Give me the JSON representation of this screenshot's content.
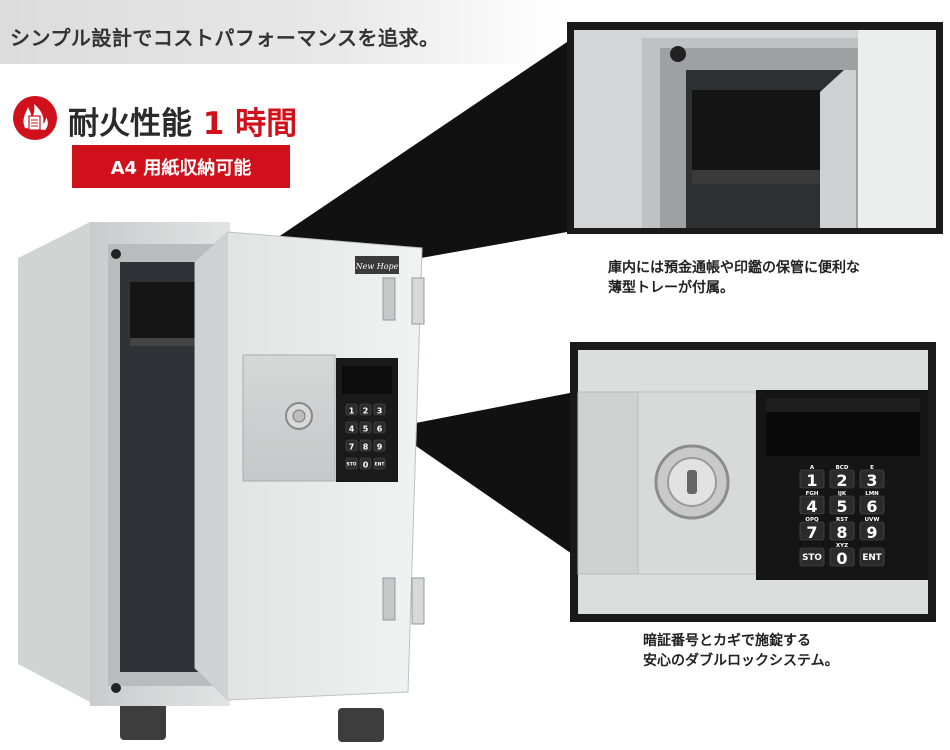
{
  "header": {
    "tagline": "シンプル設計でコストパフォーマンスを追求。"
  },
  "fire_resistance": {
    "label": "耐火性能",
    "hours": "1 時間",
    "icon": "fire-document-icon"
  },
  "badge": {
    "text": "A4 用紙収納可能"
  },
  "safe": {
    "brand": "New Hope"
  },
  "callout_tray": {
    "line1": "庫内には預金通帳や印鑑の保管に便利な",
    "line2": "薄型トレーが付属。"
  },
  "callout_lock": {
    "line1": "暗証番号とカギで施錠する",
    "line2": "安心のダブルロックシステム。"
  },
  "keypad": {
    "keys": [
      {
        "num": "1",
        "sub": "A"
      },
      {
        "num": "2",
        "sub": "BCD"
      },
      {
        "num": "3",
        "sub": "E"
      },
      {
        "num": "4",
        "sub": "FGH"
      },
      {
        "num": "5",
        "sub": "IJK"
      },
      {
        "num": "6",
        "sub": "LMN"
      },
      {
        "num": "7",
        "sub": "OPQ"
      },
      {
        "num": "8",
        "sub": "RST"
      },
      {
        "num": "9",
        "sub": "UVW"
      },
      {
        "num": "STO",
        "sub": ""
      },
      {
        "num": "0",
        "sub": "XYZ"
      },
      {
        "num": "ENT",
        "sub": ""
      }
    ]
  },
  "colors": {
    "accent_red": "#d0111b",
    "safe_body": "#e4e6e6",
    "frame_dark": "#1a1a1a"
  }
}
